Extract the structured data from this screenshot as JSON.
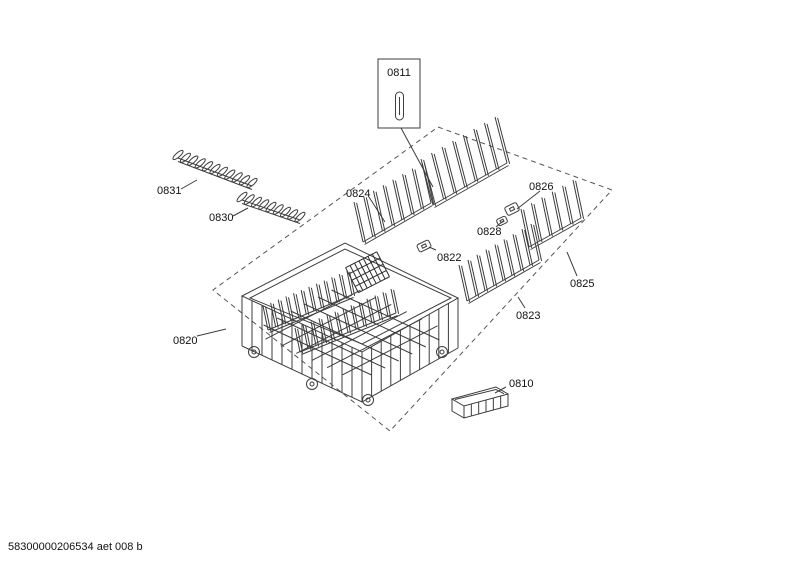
{
  "page": {
    "footer": "58300000206534 aet 008 b",
    "colors": {
      "line_color": "#3d3d3d",
      "dash_color": "#555555",
      "text_color": "#111111",
      "background": "#ffffff"
    },
    "labels": {
      "p0811": "0811",
      "p0831": "0831",
      "p0830": "0830",
      "p0824": "0824",
      "p0826": "0826",
      "p0828": "0828",
      "p0822": "0822",
      "p0825": "0825",
      "p0820": "0820",
      "p0823": "0823",
      "p0810": "0810"
    }
  }
}
